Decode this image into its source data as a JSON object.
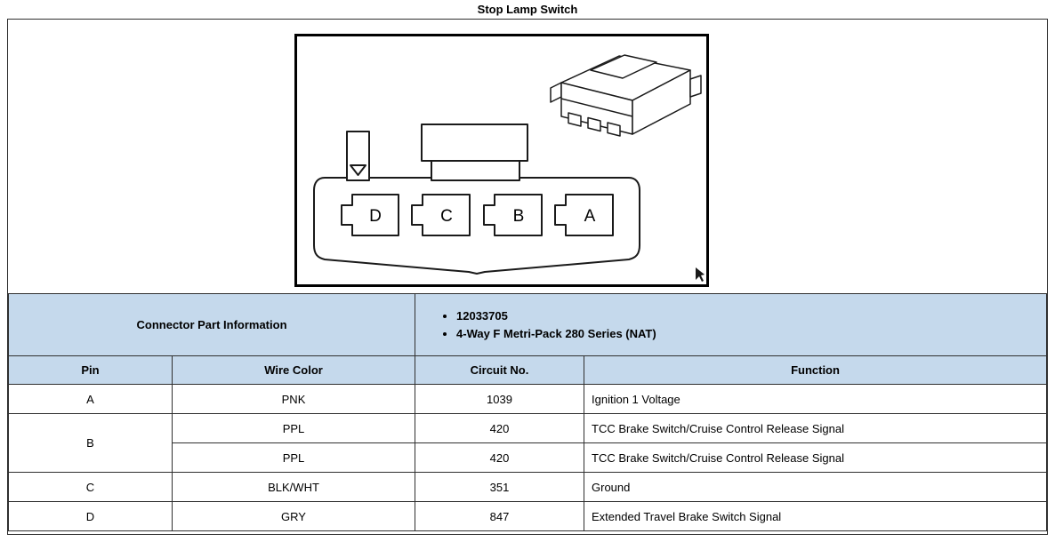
{
  "page": {
    "title": "Stop Lamp Switch"
  },
  "diagram": {
    "pins": [
      "D",
      "C",
      "B",
      "A"
    ]
  },
  "part_info": {
    "label": "Connector Part Information",
    "items": [
      "12033705",
      "4-Way F Metri-Pack 280 Series (NAT)"
    ]
  },
  "table": {
    "headers": [
      "Pin",
      "Wire Color",
      "Circuit No.",
      "Function"
    ],
    "rows": [
      {
        "pin": "A",
        "wire_color": "PNK",
        "circuit": "1039",
        "function": "Ignition 1 Voltage"
      },
      {
        "pin": "B",
        "wire_color": "PPL",
        "circuit": "420",
        "function": "TCC Brake Switch/Cruise Control Release Signal"
      },
      {
        "pin": "",
        "wire_color": "PPL",
        "circuit": "420",
        "function": "TCC Brake Switch/Cruise Control Release Signal"
      },
      {
        "pin": "C",
        "wire_color": "BLK/WHT",
        "circuit": "351",
        "function": "Ground"
      },
      {
        "pin": "D",
        "wire_color": "GRY",
        "circuit": "847",
        "function": "Extended Travel Brake Switch Signal"
      }
    ]
  },
  "colors": {
    "header_bg": "#c5d9ec",
    "border": "#2f2f2f"
  }
}
